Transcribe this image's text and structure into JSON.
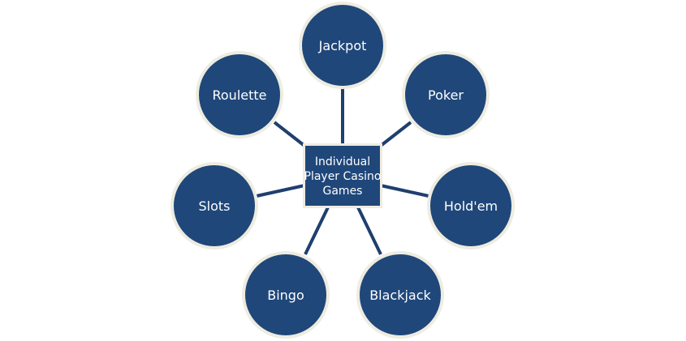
{
  "diagram": {
    "type": "hub-and-spoke",
    "colors": {
      "node_fill": "#1f477a",
      "node_border": "#eeece1",
      "connector": "#1f3f6e",
      "text": "#ffffff",
      "background": "#ffffff"
    },
    "center": {
      "lines": [
        "Individual",
        "Player Casino",
        "Games"
      ]
    },
    "nodes": [
      {
        "id": "jackpot",
        "label": "Jackpot"
      },
      {
        "id": "poker",
        "label": "Poker"
      },
      {
        "id": "holdem",
        "label": "Hold'em"
      },
      {
        "id": "blackjack",
        "label": "Blackjack"
      },
      {
        "id": "bingo",
        "label": "Bingo"
      },
      {
        "id": "slots",
        "label": "Slots"
      },
      {
        "id": "roulette",
        "label": "Roulette"
      }
    ]
  }
}
